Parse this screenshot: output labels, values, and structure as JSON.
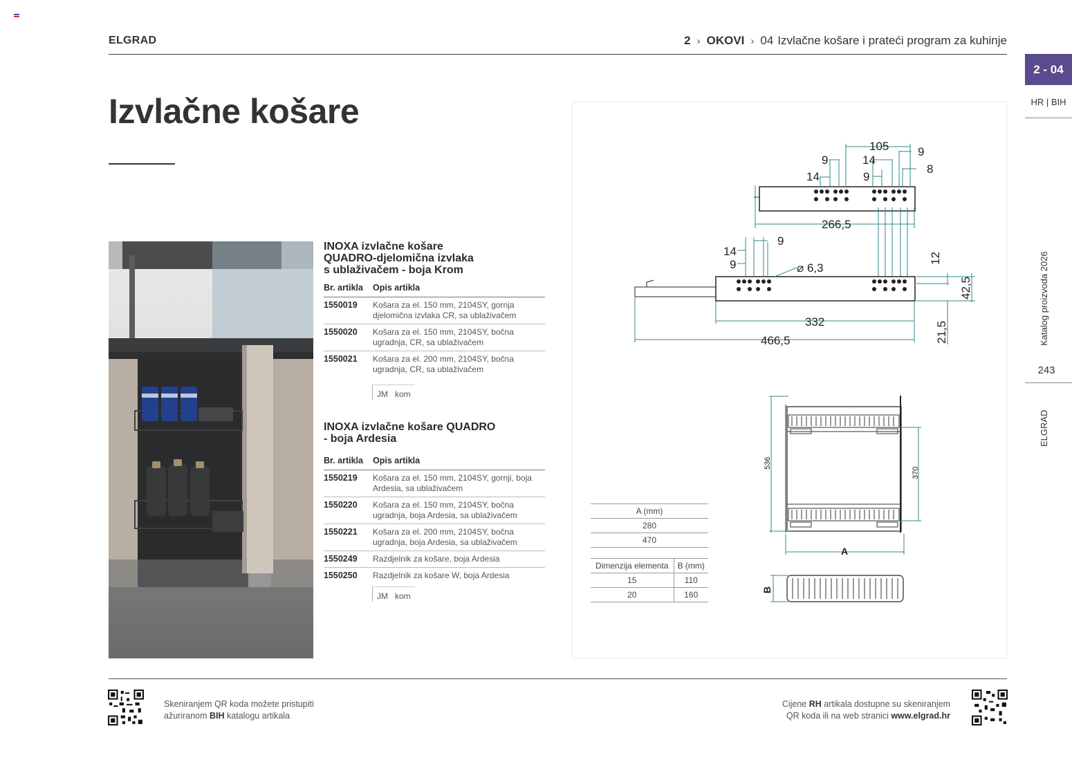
{
  "header": {
    "brand": "ELGRAD",
    "chapter_num": "2",
    "chapter": "OKOVI",
    "section_num": "04",
    "section": "Izvlačne košare i prateći program za kuhinje"
  },
  "side": {
    "tab": "2 - 04",
    "lang": "HR | BIH",
    "catalog": "Katalog proizvoda 2026",
    "page": "243",
    "brand": "ELGRAD"
  },
  "title": "Izvlačne košare",
  "section1": {
    "title_lines": [
      "INOXA izvlačne košare",
      "QUADRO-djelomična izvlaka",
      "s ublaživačem - boja Krom"
    ],
    "col_code": "Br. artikla",
    "col_desc": "Opis artikla",
    "rows": [
      {
        "code": "1550019",
        "desc": "Košara za el. 150 mm, 2104SY, gornja djelomična izvlaka CR, sa ublaživačem"
      },
      {
        "code": "1550020",
        "desc": "Košara za el. 150 mm, 2104SY, bočna ugradnja, CR, sa ublaživačem"
      },
      {
        "code": "1550021",
        "desc": "Košara za el. 200 mm, 2104SY, bočna ugradnja, CR, sa ublaživačem"
      }
    ],
    "unit_label": "JM",
    "unit": "kom"
  },
  "section2": {
    "title_lines": [
      "INOXA izvlačne košare QUADRO",
      "- boja Ardesia"
    ],
    "col_code": "Br. artikla",
    "col_desc": "Opis artikla",
    "rows": [
      {
        "code": "1550219",
        "desc": "Košara za el. 150 mm, 2104SY, gornji, boja Ardesia, sa ublaživačem"
      },
      {
        "code": "1550220",
        "desc": "Košara za el. 150 mm, 2104SY, bočna ugradnja, boja Ardesia, sa ublaživačem"
      },
      {
        "code": "1550221",
        "desc": "Košara za el. 200 mm, 2104SY, bočna ugradnja, boja Ardesia, sa ublaživačem"
      },
      {
        "code": "1550249",
        "desc": "Razdjelnik za košare, boja Ardesia"
      },
      {
        "code": "1550250",
        "desc": "Razdjelnik za košare W, boja Ardesia"
      }
    ],
    "unit_label": "JM",
    "unit": "kom"
  },
  "drawing": {
    "dims_top": [
      "105",
      "9",
      "9",
      "14",
      "8",
      "14",
      "9",
      "266,5"
    ],
    "dims_mid": [
      "14",
      "9",
      "9",
      "⌀ 6,3",
      "12",
      "42,5",
      "332",
      "466,5",
      "21,5"
    ],
    "dims_front": [
      "536",
      "370",
      "A",
      "B"
    ]
  },
  "table_a": {
    "header": "A (mm)",
    "values": [
      "280",
      "470"
    ]
  },
  "table_b": {
    "col1": "Dimenzija elementa",
    "col2": "B (mm)",
    "rows": [
      [
        "15",
        "110"
      ],
      [
        "20",
        "160"
      ]
    ]
  },
  "footer": {
    "left_line1": "Skeniranjem QR koda možete pristupiti",
    "left_line2_pre": "ažuriranom ",
    "left_line2_bold": "BIH",
    "left_line2_post": " katalogu artikala",
    "right_line1_pre": "Cijene ",
    "right_line1_bold": "RH",
    "right_line1_post": " artikala dostupne su skeniranjem",
    "right_line2_pre": "QR koda ili na web stranici ",
    "right_line2_bold": "www.elgrad.hr"
  },
  "colors": {
    "accent": "#5a4a8e",
    "text": "#2b2b2b",
    "drawing": "#2f8a8a"
  }
}
